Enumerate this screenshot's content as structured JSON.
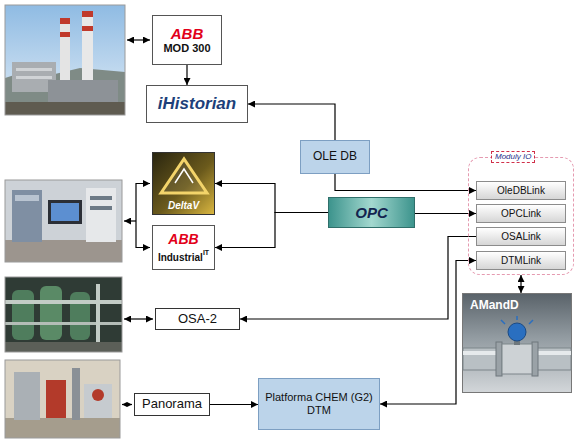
{
  "diagram": {
    "nodes": [
      {
        "text": [
          "ABB",
          "MOD 300"
        ]
      },
      {
        "text": [
          "iHistorian"
        ]
      },
      {
        "text": [
          "OLE DB"
        ]
      },
      {
        "text": [
          "Moduly IO"
        ]
      },
      {
        "text": [
          "OleDBLink"
        ],
        "in": 3
      },
      {
        "text": [
          "OPCLink"
        ],
        "in": 3
      },
      {
        "text": [
          "OSALink"
        ],
        "in": 3
      },
      {
        "text": [
          "DTMLink"
        ],
        "in": 3
      },
      {
        "text": [
          "DeltaV"
        ]
      },
      {
        "text": [
          "OPC"
        ]
      },
      {
        "text": [
          "ABB",
          "Industrial",
          "IT"
        ]
      },
      {
        "text": [
          "AMandD"
        ]
      },
      {
        "text": [
          "OSA-2"
        ]
      },
      {
        "text": [
          "Panorama"
        ]
      },
      {
        "text": [
          "Platforma CHEM (G2) DTM"
        ]
      }
    ],
    "edges": [
      {
        "from": 0,
        "to": 1,
        "arrow": "to"
      },
      {
        "from": 2,
        "to": 1,
        "arrow": "to"
      },
      {
        "from": 2,
        "to": 4,
        "arrow": "to"
      },
      {
        "from": 9,
        "to": 8,
        "arrow": "to"
      },
      {
        "from": 9,
        "to": 10,
        "arrow": "to"
      },
      {
        "from": 9,
        "to": 5,
        "arrow": "to"
      },
      {
        "from": 6,
        "to": 12,
        "arrow": "to"
      },
      {
        "from": 13,
        "to": 14,
        "arrow": "to"
      },
      {
        "from": 14,
        "to": 7,
        "arrow": "both"
      },
      {
        "from": 3,
        "to": 11,
        "arrow": "both"
      }
    ]
  }
}
